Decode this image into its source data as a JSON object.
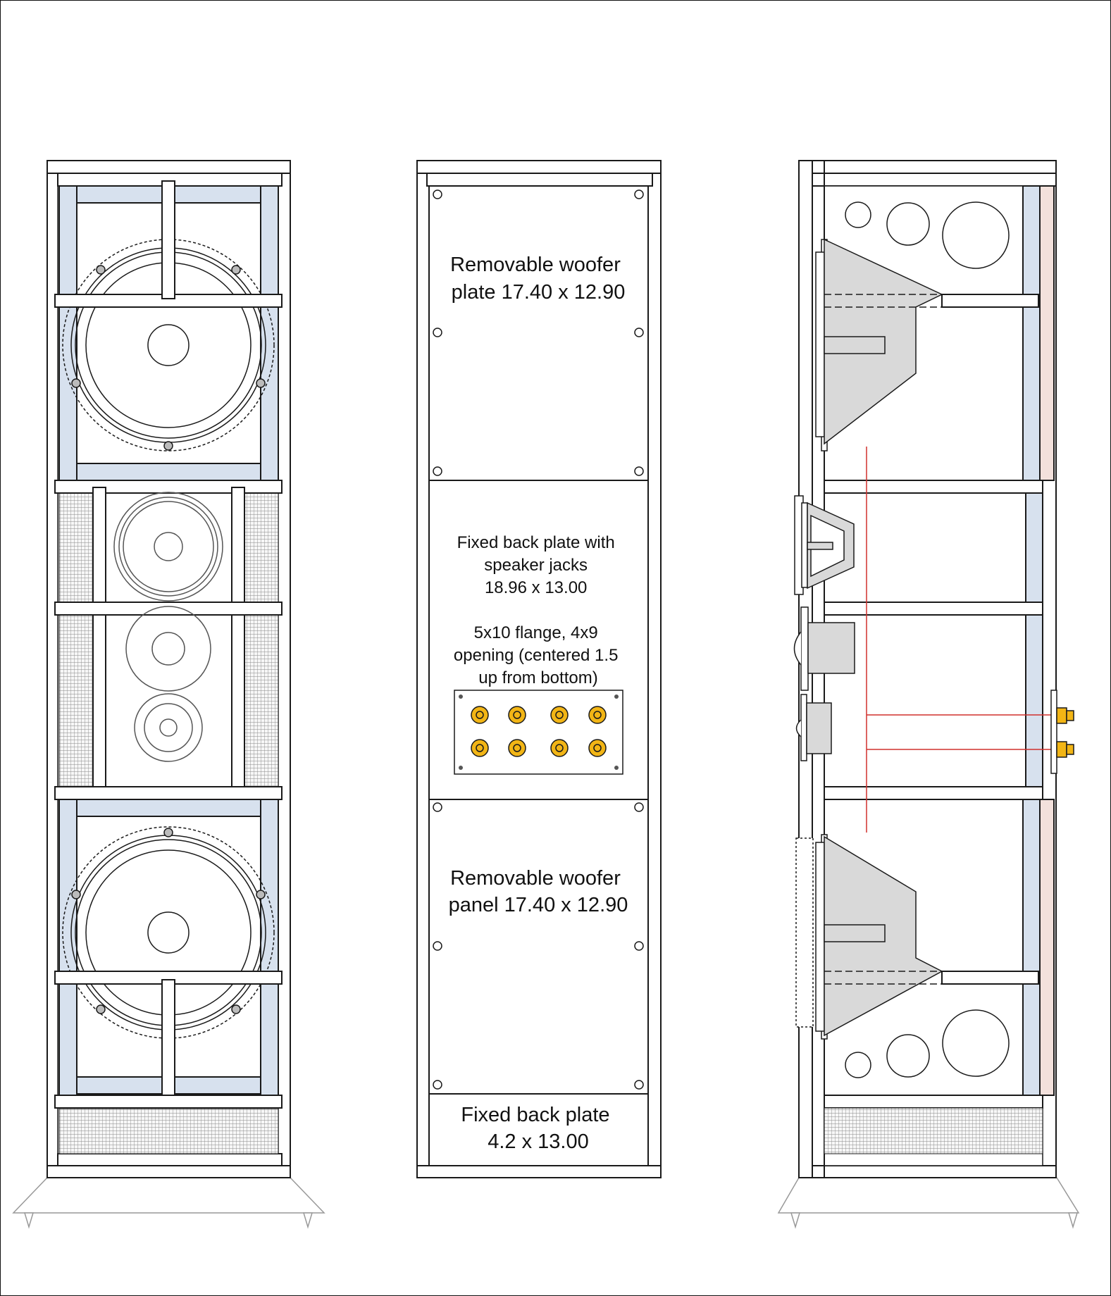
{
  "labels": {
    "upper_panel": [
      "Removable woofer",
      "plate 17.40 x 12.90"
    ],
    "middle_panel": [
      "Fixed back plate with",
      "speaker jacks",
      "18.96 x 13.00",
      "",
      "5x10 flange, 4x9",
      "opening (centered 1.5",
      "up from bottom)"
    ],
    "lower_panel": [
      "Removable woofer",
      "panel 17.40 x 12.90"
    ],
    "bottom_panel": [
      "Fixed back plate",
      "4.2 x 13.00"
    ]
  },
  "colors": {
    "frame_blue": "#d7e1ee",
    "back_pink": "#f3e1dc",
    "driver_grey": "#d9d9d9",
    "jack_gold": "#f2b515",
    "wire_red": "#d0312d",
    "outline": "#1a1a1a"
  },
  "icons": [
    "binding-post-icon",
    "woofer-icon",
    "midrange-icon",
    "tweeter-icon",
    "port-icon",
    "grille-mesh-icon"
  ]
}
